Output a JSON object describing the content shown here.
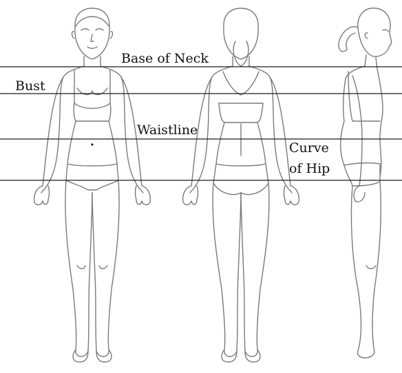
{
  "labels": {
    "base_of_neck": "Base of Neck",
    "bust": "Bust",
    "waistline": "Waistline",
    "curve_of_hip_line1": "Curve",
    "curve_of_hip_line2": "of Hip"
  },
  "colors": {
    "guide_line": "#1a1a1a",
    "figure_outline": "#7a7a7a",
    "background": "#ffffff"
  },
  "figures": [
    "front-view-figure",
    "back-view-figure",
    "side-view-figure"
  ]
}
